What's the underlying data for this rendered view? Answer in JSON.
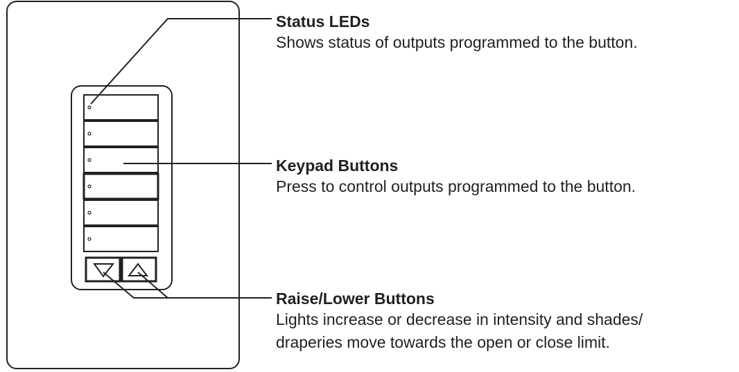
{
  "callouts": {
    "status_leds": {
      "title": "Status LEDs",
      "lines": [
        "Shows status of outputs programmed to the button."
      ]
    },
    "keypad_buttons": {
      "title": "Keypad Buttons",
      "lines": [
        "Press to control outputs programmed to the button."
      ]
    },
    "raise_lower_buttons": {
      "title": "Raise/Lower Buttons",
      "lines": [
        "Lights increase or decrease in intensity and shades/",
        "draperies move towards the open or close limit."
      ]
    }
  },
  "keypad": {
    "button_count": 6,
    "raise_lower": [
      "lower-arrow",
      "raise-arrow"
    ]
  },
  "colors": {
    "line": "#231f20",
    "background": "#ffffff"
  }
}
